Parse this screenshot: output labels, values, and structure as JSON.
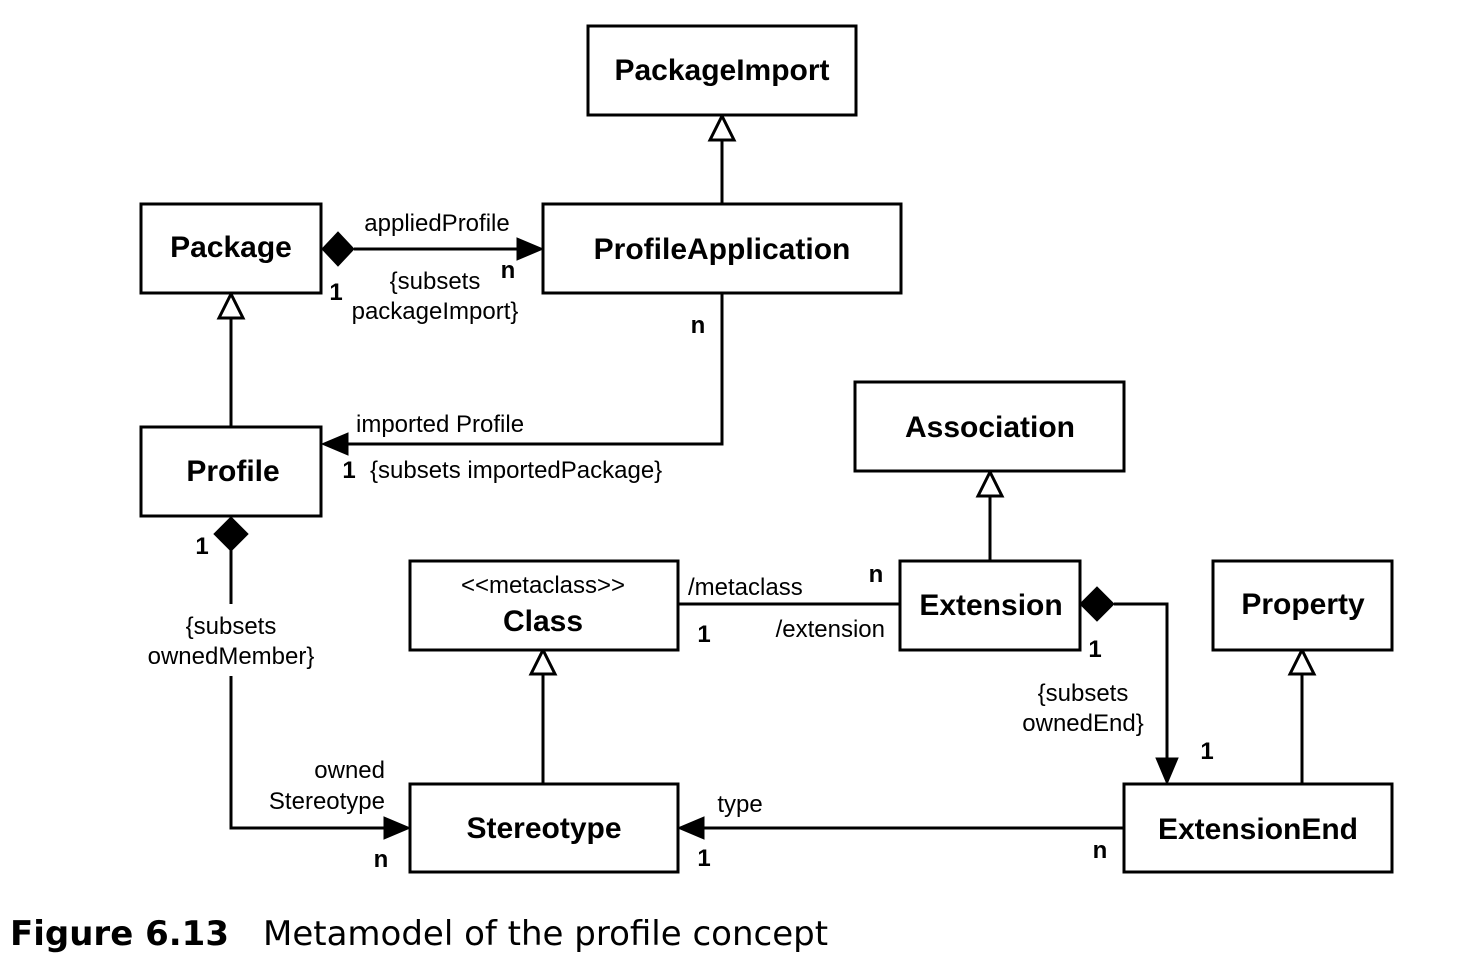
{
  "nodes": {
    "package_import": {
      "name": "PackageImport"
    },
    "package": {
      "name": "Package"
    },
    "profile_application": {
      "name": "ProfileApplication"
    },
    "profile": {
      "name": "Profile"
    },
    "association": {
      "name": "Association"
    },
    "class": {
      "stereotype": "<<metaclass>>",
      "name": "Class"
    },
    "extension": {
      "name": "Extension"
    },
    "property": {
      "name": "Property"
    },
    "stereotype": {
      "name": "Stereotype"
    },
    "extension_end": {
      "name": "ExtensionEnd"
    }
  },
  "edges": {
    "applied_profile": {
      "label": "appliedProfile",
      "constraint": [
        "{subsets",
        "packageImport}"
      ],
      "mult_source": "1",
      "mult_target": "n"
    },
    "imported_profile": {
      "label": "imported Profile",
      "constraint": "{subsets importedPackage}",
      "mult_source": "n",
      "mult_target": "1"
    },
    "owned_stereotype": {
      "label": [
        "owned",
        "Stereotype"
      ],
      "constraint": [
        "{subsets",
        "ownedMember}"
      ],
      "mult_source": "1",
      "mult_target": "n"
    },
    "metaclass": {
      "label_class_end": "/metaclass",
      "label_extension_end": "/extension",
      "mult_class": "1",
      "mult_extension": "n"
    },
    "owned_end": {
      "constraint": [
        "{subsets",
        "ownedEnd}"
      ],
      "mult_source": "1",
      "mult_target": "1"
    },
    "type": {
      "label": "type",
      "mult_source": "n",
      "mult_target": "1"
    }
  },
  "caption": {
    "number": "Figure 6.13",
    "text": "Metamodel of the profile concept"
  }
}
